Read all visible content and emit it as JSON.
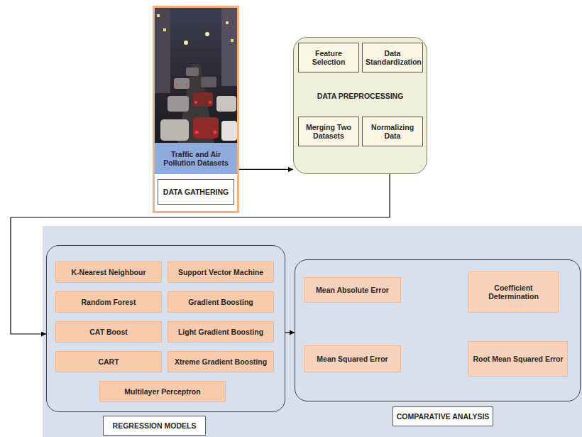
{
  "diagram": {
    "nodes": [
      {
        "text": [
          "Traffic and Air Pollution Datasets"
        ]
      },
      {
        "text": [
          "DATA GATHERING"
        ],
        "in": 0
      },
      {
        "text": [
          "DATA PREPROCESSING"
        ]
      },
      {
        "text": [
          "Feature Selection"
        ],
        "in": 2
      },
      {
        "text": [
          "Data Standardization"
        ],
        "in": 2
      },
      {
        "text": [
          "Merging Two Datasets"
        ],
        "in": 2
      },
      {
        "text": [
          "Normalizing Data"
        ],
        "in": 2
      },
      {
        "text": [
          "REGRESSION MODELS"
        ]
      },
      {
        "text": [
          "K-Nearest Neighbour"
        ],
        "in": 7
      },
      {
        "text": [
          "Support Vector Machine"
        ],
        "in": 7
      },
      {
        "text": [
          "Random Forest"
        ],
        "in": 7
      },
      {
        "text": [
          "Gradient Boosting"
        ],
        "in": 7
      },
      {
        "text": [
          "CAT Boost"
        ],
        "in": 7
      },
      {
        "text": [
          "Light Gradient Boosting"
        ],
        "in": 7
      },
      {
        "text": [
          "CART"
        ],
        "in": 7
      },
      {
        "text": [
          "Xtreme Gradient Boosting"
        ],
        "in": 7
      },
      {
        "text": [
          "Multilayer Perceptron"
        ],
        "in": 7
      },
      {
        "text": [
          "COMPARATIVE ANALYSIS"
        ]
      },
      {
        "text": [
          "Mean Absolute Error"
        ],
        "in": 17
      },
      {
        "text": [
          "Coefficient Determination"
        ],
        "in": 17
      },
      {
        "text": [
          "Mean Squared Error"
        ],
        "in": 17
      },
      {
        "text": [
          "Root Mean Squared Error"
        ],
        "in": 17
      }
    ],
    "edges": [
      {
        "from": 0,
        "to": 2,
        "arrow": "to"
      },
      {
        "from": 2,
        "to": 7,
        "arrow": "to"
      },
      {
        "from": 7,
        "to": 17,
        "arrow": "to"
      }
    ]
  }
}
